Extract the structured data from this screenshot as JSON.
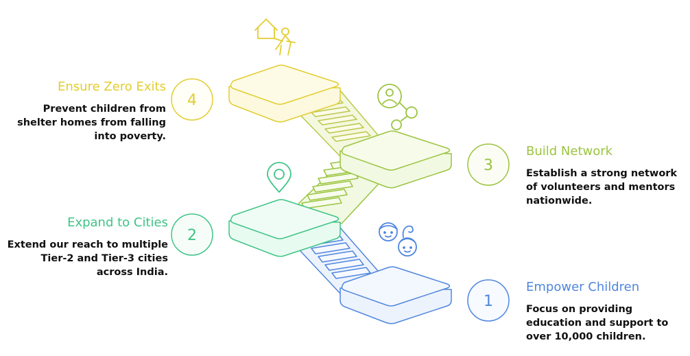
{
  "steps": [
    {
      "number": "1",
      "title": "Empower Children",
      "description": "Focus on providing education and support to over 10,000 children.",
      "color": "#4f86de",
      "fill": "#edf3fd",
      "icon": "children-faces-icon"
    },
    {
      "number": "2",
      "title": "Expand to Cities",
      "description": "Extend our reach to multiple Tier-2 and Tier-3 cities across India.",
      "color": "#3ec485",
      "fill": "#e8fbf1",
      "icon": "location-pin-icon"
    },
    {
      "number": "3",
      "title": "Build Network",
      "description": "Establish a strong network of volunteers and mentors nationwide.",
      "color": "#9bc43f",
      "fill": "#f1f9e2",
      "icon": "network-person-icon"
    },
    {
      "number": "4",
      "title": "Ensure Zero Exits",
      "description": "Prevent children from shelter homes from falling into poverty.",
      "color": "#e2cd2f",
      "fill": "#fcf9de",
      "icon": "home-child-icon"
    }
  ]
}
